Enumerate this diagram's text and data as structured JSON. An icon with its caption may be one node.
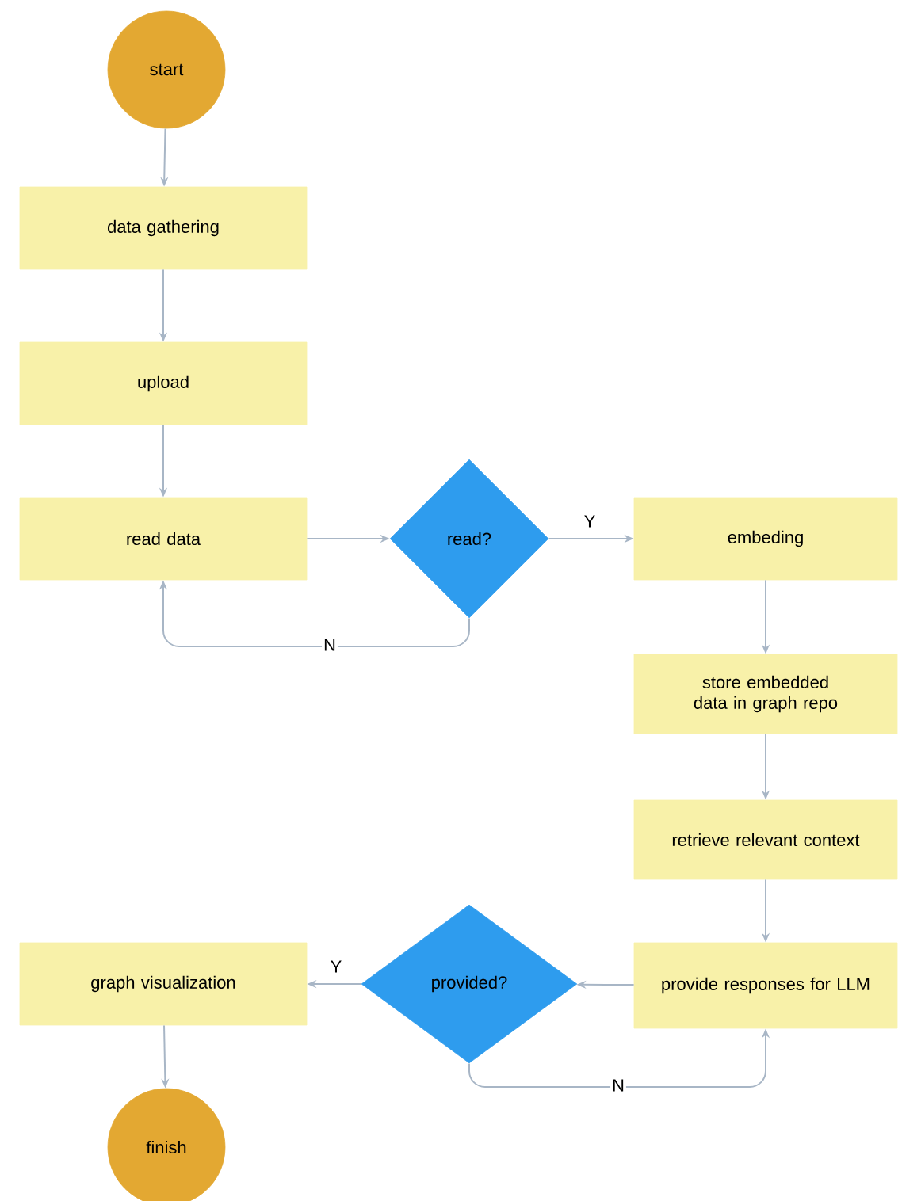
{
  "diagram": {
    "nodes": [
      {
        "text": [
          "start"
        ]
      },
      {
        "text": [
          "data gathering"
        ]
      },
      {
        "text": [
          "upload"
        ]
      },
      {
        "text": [
          "read data"
        ]
      },
      {
        "text": [
          "read?"
        ]
      },
      {
        "text": [
          "embeding"
        ]
      },
      {
        "text": [
          "store embedded data in graph repo"
        ]
      },
      {
        "text": [
          "retrieve relevant context"
        ]
      },
      {
        "text": [
          "provide responses for LLM"
        ]
      },
      {
        "text": [
          "provided?"
        ]
      },
      {
        "text": [
          "graph visualization"
        ]
      },
      {
        "text": [
          "finish"
        ]
      }
    ],
    "edges": [
      {
        "from": 0,
        "to": 1,
        "arrow": "to"
      },
      {
        "from": 1,
        "to": 2,
        "arrow": "to"
      },
      {
        "from": 2,
        "to": 3,
        "arrow": "to"
      },
      {
        "from": 3,
        "to": 4,
        "arrow": "to"
      },
      {
        "from": 4,
        "to": 5,
        "arrow": "to",
        "label": "Y"
      },
      {
        "from": 4,
        "to": 3,
        "arrow": "to",
        "label": "N"
      },
      {
        "from": 5,
        "to": 6,
        "arrow": "to"
      },
      {
        "from": 6,
        "to": 7,
        "arrow": "to"
      },
      {
        "from": 7,
        "to": 8,
        "arrow": "to"
      },
      {
        "from": 8,
        "to": 9,
        "arrow": "to"
      },
      {
        "from": 9,
        "to": 10,
        "arrow": "to",
        "label": "Y"
      },
      {
        "from": 9,
        "to": 8,
        "arrow": "to",
        "label": "N"
      },
      {
        "from": 10,
        "to": 11,
        "arrow": "to"
      }
    ]
  }
}
